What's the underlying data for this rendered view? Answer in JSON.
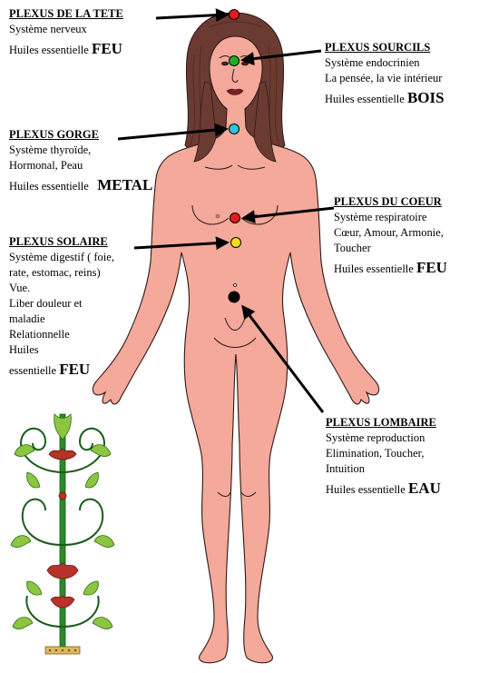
{
  "colors": {
    "skin": "#f4a99a",
    "hair": "#6b3b32",
    "outline": "#2a1a18",
    "red": "#e31b1b",
    "green": "#22b022",
    "cyan": "#2ec6d8",
    "yellow": "#f2e20c",
    "black": "#000000"
  },
  "icons": [
    "chakra-point",
    "ornament-vine"
  ],
  "blocks": {
    "tete": {
      "title": "PLEXUS DE LA TETE",
      "lines": [
        "Système nerveux"
      ],
      "oil_label": "Huiles essentielle",
      "element": "FEU"
    },
    "sourcils": {
      "title": "PLEXUS SOURCILS",
      "lines": [
        "Système endocrinien",
        "La pensée, la vie intérieur"
      ],
      "oil_label": "Huiles essentielle",
      "element": "BOIS"
    },
    "gorge": {
      "title": "PLEXUS GORGE",
      "lines": [
        "Système thyroïde,",
        "Hormonal, Peau"
      ],
      "oil_label": "Huiles essentielle",
      "element": "METAL"
    },
    "coeur": {
      "title": "PLEXUS DU COEUR",
      "lines": [
        "Système respiratoire",
        "Cœur, Amour, Armonie,",
        "Toucher"
      ],
      "oil_label": "Huiles essentielle",
      "element": "FEU"
    },
    "solaire": {
      "title": "PLEXUS SOLAIRE",
      "lines": [
        "Système digestif ( foie,",
        "rate, estomac, reins)",
        "Vue.",
        "Liber douleur et",
        "maladie",
        "Relationnelle",
        "Huiles"
      ],
      "oil_label": "essentielle",
      "element": "FEU"
    },
    "lombaire": {
      "title": "PLEXUS LOMBAIRE",
      "lines": [
        "Système reproduction",
        "Elimination, Toucher,",
        "Intuition"
      ],
      "oil_label": "Huiles essentielle",
      "element": "EAU"
    }
  }
}
